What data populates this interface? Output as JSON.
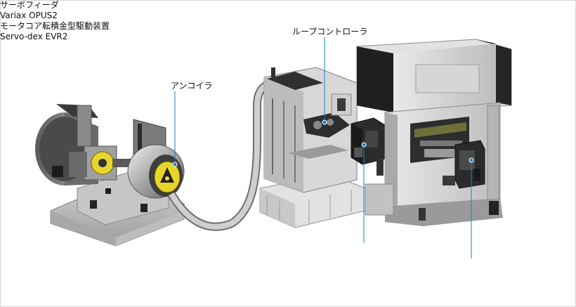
{
  "labels": {
    "uncoiler": {
      "name": "アンコイラ"
    },
    "loop_controller": {
      "name": "ループコントローラ"
    },
    "servo_feeder": {
      "name": "サーボフィーダ",
      "model": "Variax OPUS2"
    },
    "servo_press": {
      "name": "モータコア転積金型駆動装置",
      "model": "Servo-dex EVR2"
    }
  },
  "colors": {
    "leader": "#1e7fc2",
    "dot": "#1e7fc2",
    "metal_light": "#dcdcdc",
    "metal_mid": "#9a9a9a",
    "metal_dark": "#2b2b2b",
    "accent_yellow": "#e8d52a"
  }
}
